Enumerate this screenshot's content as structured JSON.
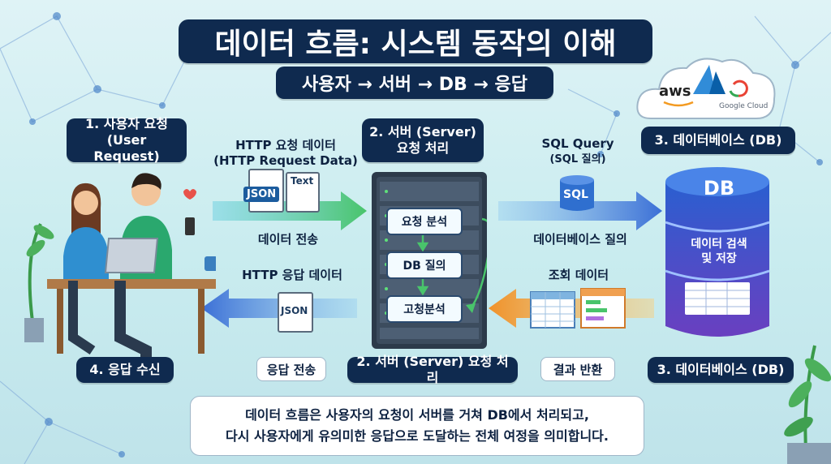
{
  "header": {
    "title": "데이터 흐름: 시스템 동작의 이해",
    "subtitle": "사용자 → 서버 → DB → 응답"
  },
  "steps": {
    "user_request": [
      "1. 사용자 요청",
      "(User Request)"
    ],
    "server_top": [
      "2. 서버 (Server)",
      "요청 처리"
    ],
    "db_top": "3. 데이터베이스 (DB)",
    "response_receive": "4. 응답 수신",
    "server_bottom": "2. 서버 (Server) 요청 처리",
    "db_bottom": "3. 데이터베이스 (DB)"
  },
  "flow": {
    "http_request": [
      "HTTP 요청 데이터",
      "(HTTP Request Data)"
    ],
    "data_send": "데이터 전송",
    "http_response": "HTTP 응답 데이터",
    "response_send": "응답 전송",
    "sql_query": [
      "SQL Query",
      "(SQL 질의)"
    ],
    "db_query": "데이터베이스 질의",
    "fetched_data": "조회 데이터",
    "result_return": "결과 반환"
  },
  "server_steps": [
    "요청 분석",
    "DB 질의",
    "고청분석"
  ],
  "docs": {
    "json": "JSON",
    "text": "Text",
    "sql": "SQL"
  },
  "database": {
    "label": "DB",
    "action": [
      "데이터 검색",
      "및 저장"
    ]
  },
  "cloud": {
    "aws": "aws",
    "google": "Google Cloud"
  },
  "note": [
    "데이터 흐름은 사용자의 요청이 서버를 거쳐 DB에서 처리되고,",
    "다시 사용자에게 유의미한 응답으로 도달하는 전체 여정을 의미합니다."
  ],
  "colors": {
    "navy": "#0f2a4f",
    "arrow_green": "#49c46b",
    "arrow_blue": "#3b6fd6",
    "arrow_orange": "#f0922a",
    "db_blue": "#2a5fd0",
    "db_purple": "#6a3fc0"
  }
}
